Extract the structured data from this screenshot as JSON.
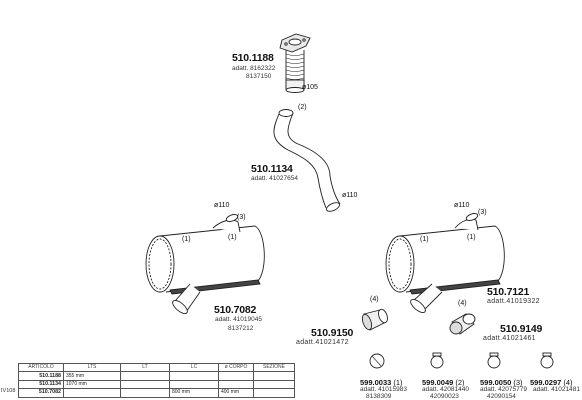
{
  "parts": {
    "p1188": {
      "code": "510.1188",
      "adatt_line1": "adatt. 8162322",
      "adatt_line2": "8137150",
      "diameter": "ø105"
    },
    "p1134": {
      "code": "510.1134",
      "adatt": "adatt. 41027654",
      "callout": "(2)",
      "diameter": "ø110"
    },
    "p7082": {
      "code": "510.7082",
      "adatt_line1": "adatt. 41019045",
      "adatt_line2": "8137212",
      "diameter": "ø110",
      "callout_a": "(1)",
      "callout_b": "(1)",
      "callout_c": "(3)"
    },
    "p7121": {
      "code": "510.7121",
      "adatt": "adatt.41019322",
      "diameter": "ø110",
      "callout_a": "(1)",
      "callout_b": "(1)",
      "callout_c": "(3)"
    },
    "p9150": {
      "code": "510.9150",
      "adatt": "adatt.41021472",
      "callout": "(4)"
    },
    "p9149": {
      "code": "510.9149",
      "adatt": "adatt.41021461",
      "callout": "(4)"
    }
  },
  "clamps": [
    {
      "code": "599.0033",
      "qty": "(1)",
      "adatt_line1": "adatt. 41015983",
      "adatt_line2": "8138309"
    },
    {
      "code": "599.0049",
      "qty": "(2)",
      "adatt_line1": "adatt. 42081440",
      "adatt_line2": "42090023"
    },
    {
      "code": "599.0050",
      "qty": "(3)",
      "adatt_line1": "adatt. 42075779",
      "adatt_line2": "42090154"
    },
    {
      "code": "599.0297",
      "qty": "(4)",
      "adatt_line1": "adatt. 41021481",
      "adatt_line2": ""
    }
  ],
  "spec_table": {
    "headers": [
      "ARTICOLO",
      "LTS",
      "LT",
      "LC",
      "ø CORPO",
      "SEZIONE"
    ],
    "rows": [
      [
        "510.1188",
        "355 mm",
        "",
        "",
        "",
        ""
      ],
      [
        "510.1134",
        "1070 mm",
        "",
        "",
        "",
        ""
      ],
      [
        "510.7082",
        "",
        "",
        "800 mm",
        "400 mm",
        ""
      ]
    ]
  },
  "side_label": "IV108"
}
